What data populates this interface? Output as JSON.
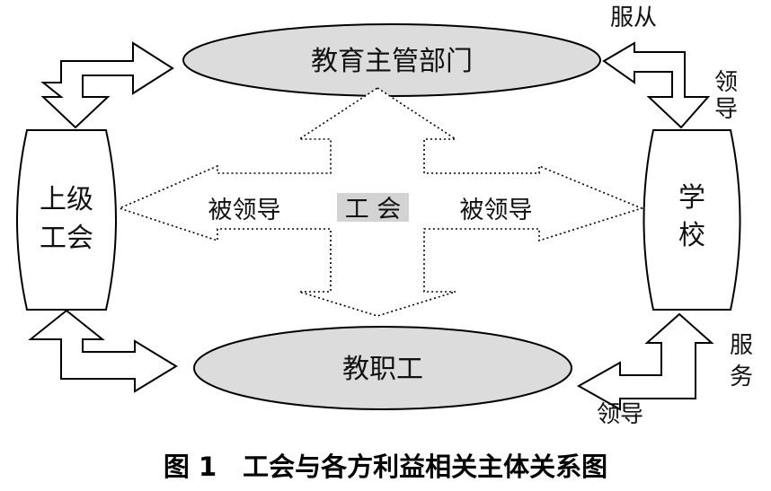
{
  "nodes": {
    "edu_dept": "教育主管部门",
    "upper_union_line1": "上级",
    "upper_union_line2": "工会",
    "school_line1": "学",
    "school_line2": "校",
    "staff": "教职工",
    "union": "工 会"
  },
  "labels": {
    "led_left": "被领导",
    "led_right": "被领导",
    "obey": "服从",
    "lead_top_1": "领",
    "lead_top_2": "导",
    "serve_1": "服",
    "serve_2": "务",
    "lead_bottom": "领导"
  },
  "caption": "图 1　工会与各方利益相关主体关系图",
  "colors": {
    "ellipse_fill": "#dcdcdc",
    "union_box_fill": "#d3d3d3",
    "stroke": "#000000"
  }
}
